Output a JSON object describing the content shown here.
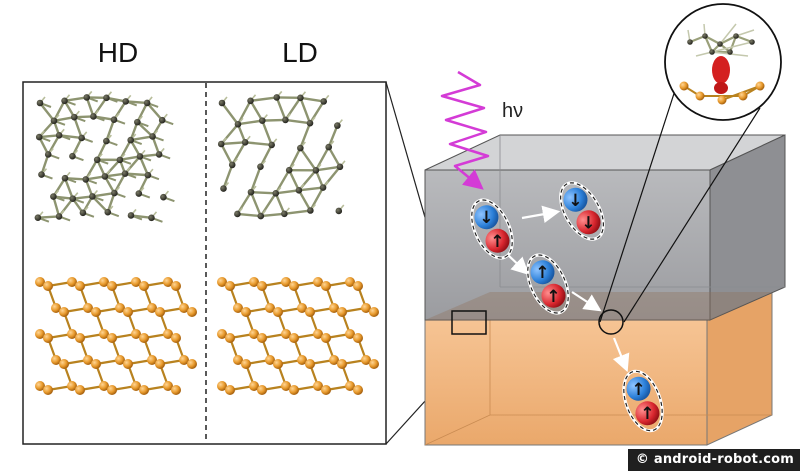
{
  "labels": {
    "hd": "HD",
    "ld": "LD",
    "photon": "hν"
  },
  "exciton_labels": {
    "spin_up": "↑",
    "spin_down": "↓"
  },
  "watermark": "© android-robot.com",
  "colors": {
    "carbon_atom": "#3a3a2e",
    "carbon_bond": "#9aa07a",
    "gold_atom": "#e89a2c",
    "gold_bond": "#b8821f",
    "upper_block": "#a9aaad",
    "lower_block": "#efb57f",
    "photon": "#d43bd6",
    "electron": "#2b7fd8",
    "hole": "#d8262e"
  },
  "icons": {
    "photon": "wavy-arrow-icon",
    "spin_up": "arrow-up-icon",
    "spin_down": "arrow-down-icon"
  }
}
